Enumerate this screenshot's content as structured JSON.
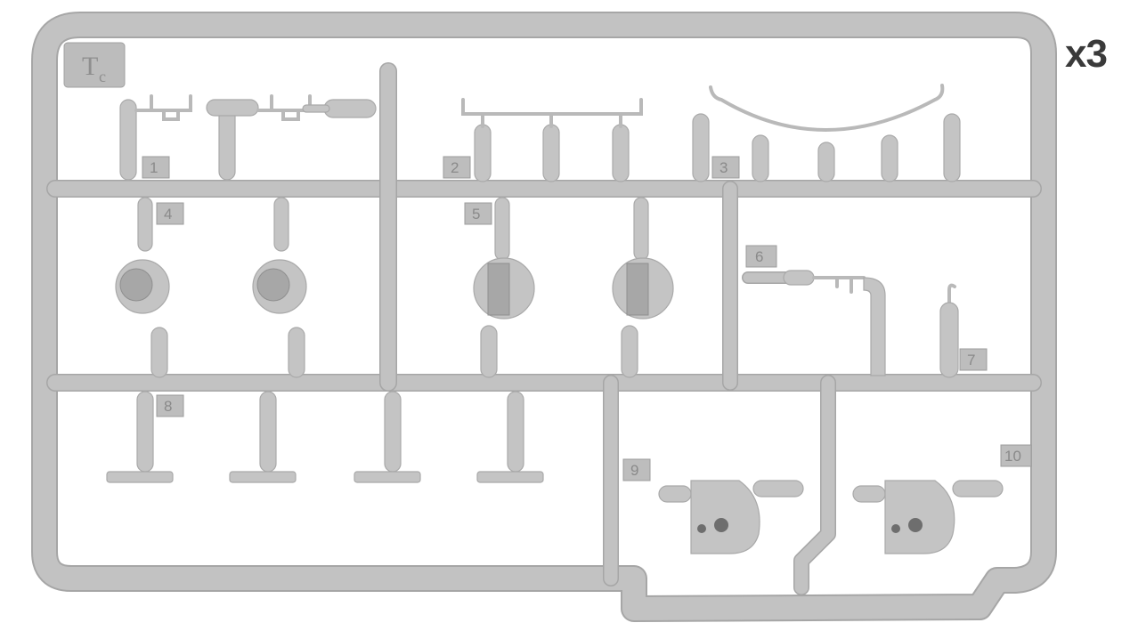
{
  "sprue": {
    "id_main": "T",
    "id_sub": "c",
    "quantity": "x3",
    "part_numbers": [
      "1",
      "2",
      "3",
      "4",
      "5",
      "6",
      "7",
      "8",
      "9",
      "10"
    ]
  }
}
